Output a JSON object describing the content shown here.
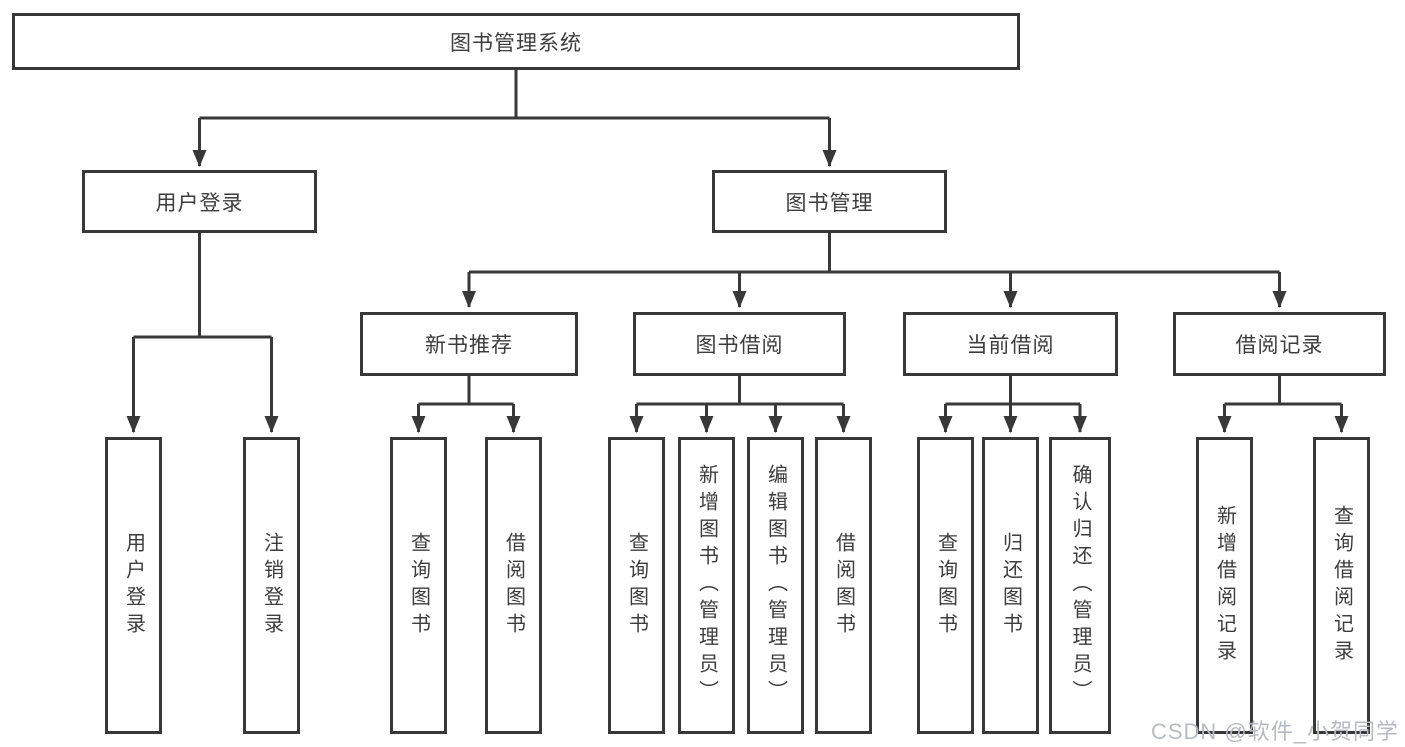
{
  "title": {
    "label": "图书管理系统"
  },
  "level2": [
    {
      "label": "用户登录"
    },
    {
      "label": "图书管理"
    }
  ],
  "level3": [
    {
      "label": "新书推荐",
      "parent": "图书管理"
    },
    {
      "label": "图书借阅",
      "parent": "图书管理"
    },
    {
      "label": "当前借阅",
      "parent": "图书管理"
    },
    {
      "label": "借阅记录",
      "parent": "图书管理"
    }
  ],
  "level4": [
    {
      "label": "用户登录",
      "parent": "用户登录"
    },
    {
      "label": "注销登录",
      "parent": "用户登录"
    },
    {
      "label": "查询图书",
      "parent": "新书推荐"
    },
    {
      "label": "借阅图书",
      "parent": "新书推荐"
    },
    {
      "label": "查询图书",
      "parent": "图书借阅"
    },
    {
      "label": "新增图书（管理员）",
      "parent": "图书借阅"
    },
    {
      "label": "编辑图书（管理员）",
      "parent": "图书借阅"
    },
    {
      "label": "借阅图书",
      "parent": "图书借阅"
    },
    {
      "label": "查询图书",
      "parent": "当前借阅"
    },
    {
      "label": "归还图书",
      "parent": "当前借阅"
    },
    {
      "label": "确认归还（管理员）",
      "parent": "当前借阅"
    },
    {
      "label": "新增借阅记录",
      "parent": "借阅记录"
    },
    {
      "label": "查询借阅记录",
      "parent": "借阅记录"
    }
  ],
  "watermark": "CSDN @软件_小贺同学",
  "colors": {
    "line": "#383838",
    "text": "#3d3d3d",
    "watermark": "#b7bbc1",
    "background": "#ffffff"
  }
}
